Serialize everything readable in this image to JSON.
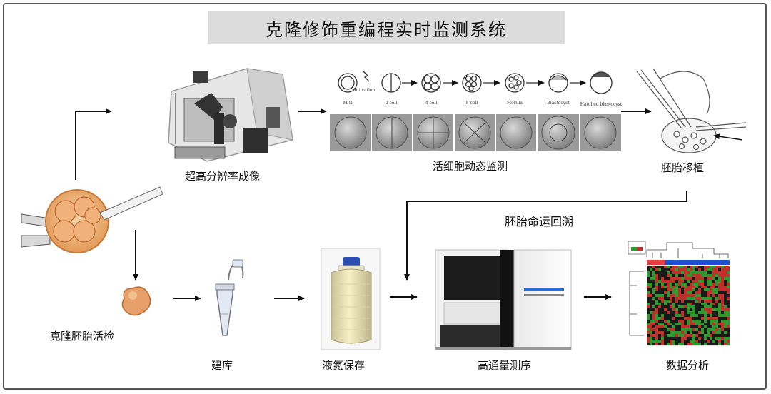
{
  "title": "克隆修饰重编程实时监测系统",
  "labels": {
    "imaging": "超高分辨率成像",
    "live_monitoring": "活细胞动态监测",
    "embryo_transfer": "胚胎移植",
    "fate_tracing": "胚胎命运回溯",
    "biopsy": "克隆胚胎活检",
    "library": "建库",
    "storage": "液氮保存",
    "sequencing": "高通量测序",
    "analysis": "数据分析"
  },
  "stages": [
    "M II",
    "2-cell",
    "4-cell",
    "8-cell",
    "Morula",
    "Blastocyst",
    "Hatched blastocyst"
  ],
  "activation_label": "Activation",
  "colors": {
    "heat_red": "#c0302a",
    "heat_green": "#2e9a2e",
    "bar_blue": "#1f4fd0",
    "bar_red": "#e04040"
  }
}
